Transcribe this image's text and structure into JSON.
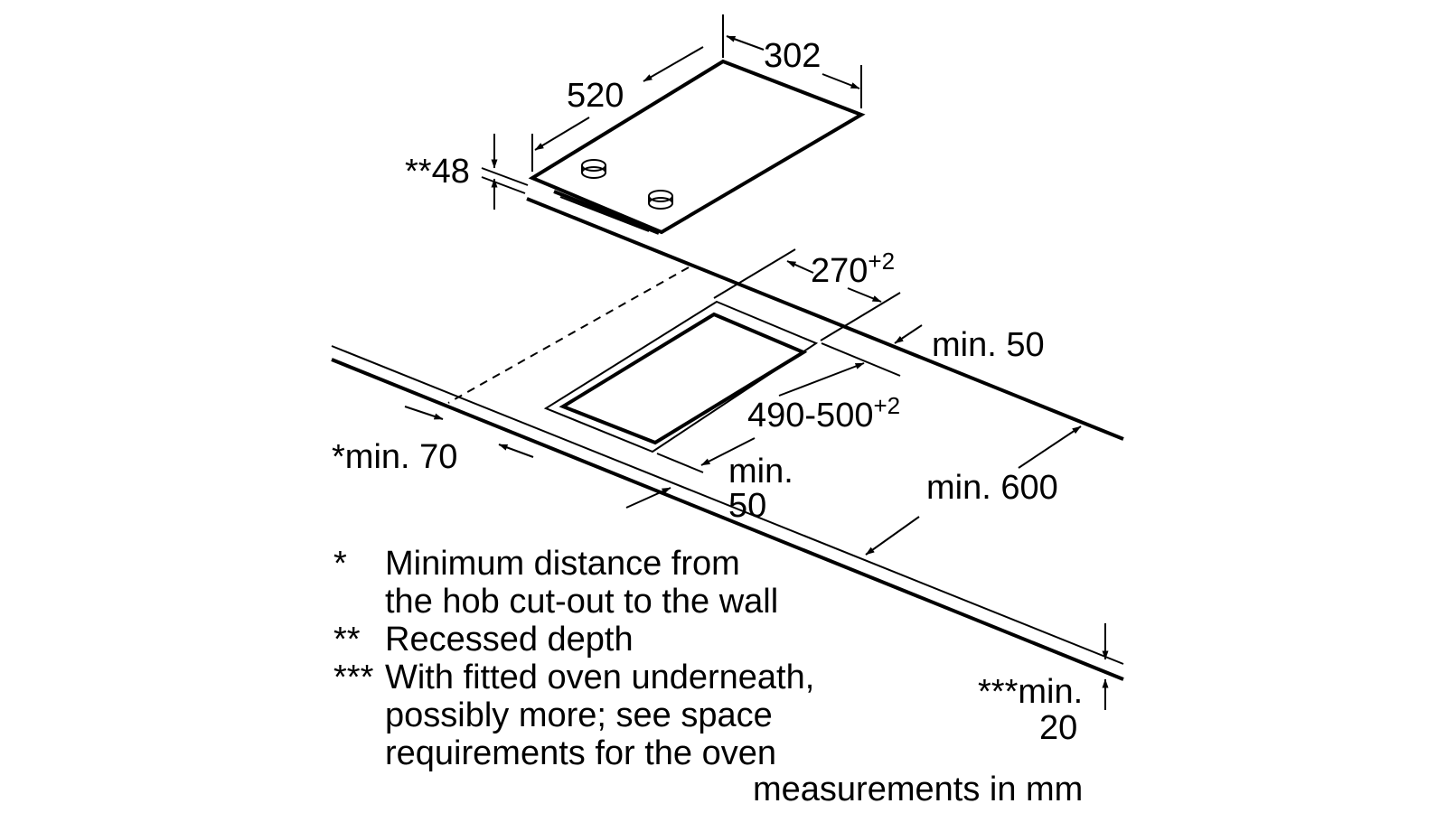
{
  "colors": {
    "ink": "#000000",
    "background": "#ffffff"
  },
  "dimensions": {
    "width_302": "302",
    "depth_520": "520",
    "recess_48": "**48",
    "cutout_270": "270",
    "cutout_270_tol": "+2",
    "cutout_490": "490-500",
    "cutout_490_tol": "+2",
    "min50_back": "min. 50",
    "min70_wall": "*min. 70",
    "min50_front_a": "min.",
    "min50_front_b": "50",
    "min600": "min. 600",
    "min20_a": "***min.",
    "min20_b": "20"
  },
  "notes": [
    {
      "mark": "*",
      "lines": [
        "Minimum distance from",
        "the hob cut-out to the wall"
      ]
    },
    {
      "mark": "**",
      "lines": [
        "Recessed depth"
      ]
    },
    {
      "mark": "***",
      "lines": [
        "With fitted oven underneath,",
        "possibly more; see space",
        "requirements for the oven"
      ]
    }
  ],
  "units_note": "measurements in mm"
}
